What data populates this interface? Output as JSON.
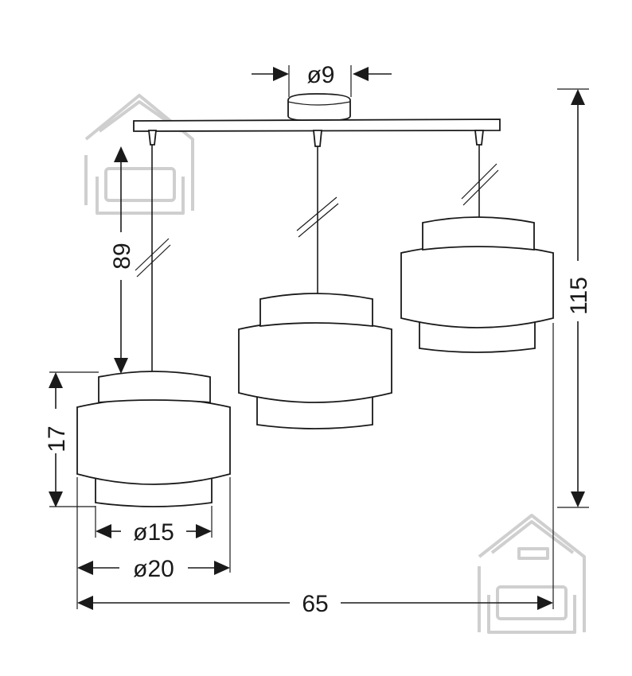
{
  "dimensions": {
    "canopy_diameter": "ø9",
    "cable_length": "89",
    "shade_height": "17",
    "total_height": "115",
    "shade_inner_diameter": "ø15",
    "shade_outer_diameter": "ø20",
    "total_width": "65"
  },
  "colors": {
    "line": "#1a1a1a",
    "watermark": "#cfcfcf"
  }
}
